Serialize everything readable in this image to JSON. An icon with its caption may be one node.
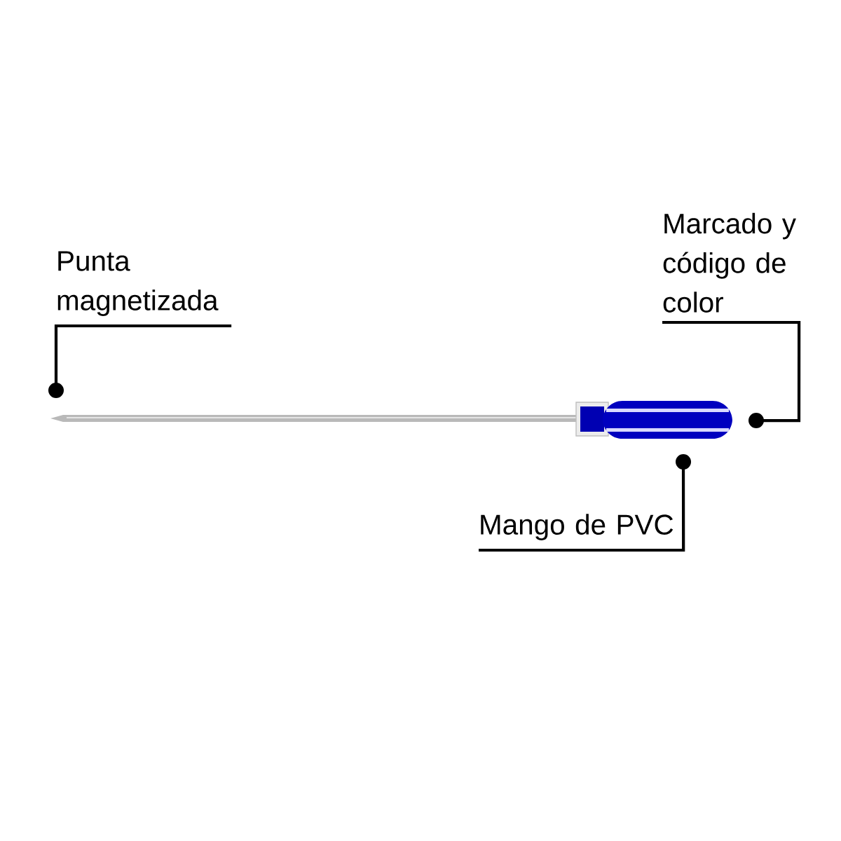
{
  "diagram": {
    "nodes": [
      {
        "text": [
          "Punta magnetizada"
        ]
      },
      {
        "text": [
          "Marcado y código de color"
        ]
      },
      {
        "text": [
          "Mango de PVC"
        ]
      }
    ],
    "edges": [
      {
        "from": 0,
        "to": null,
        "arrow": "other"
      },
      {
        "from": 1,
        "to": null,
        "arrow": "other"
      },
      {
        "from": 2,
        "to": null,
        "arrow": "other"
      }
    ]
  }
}
